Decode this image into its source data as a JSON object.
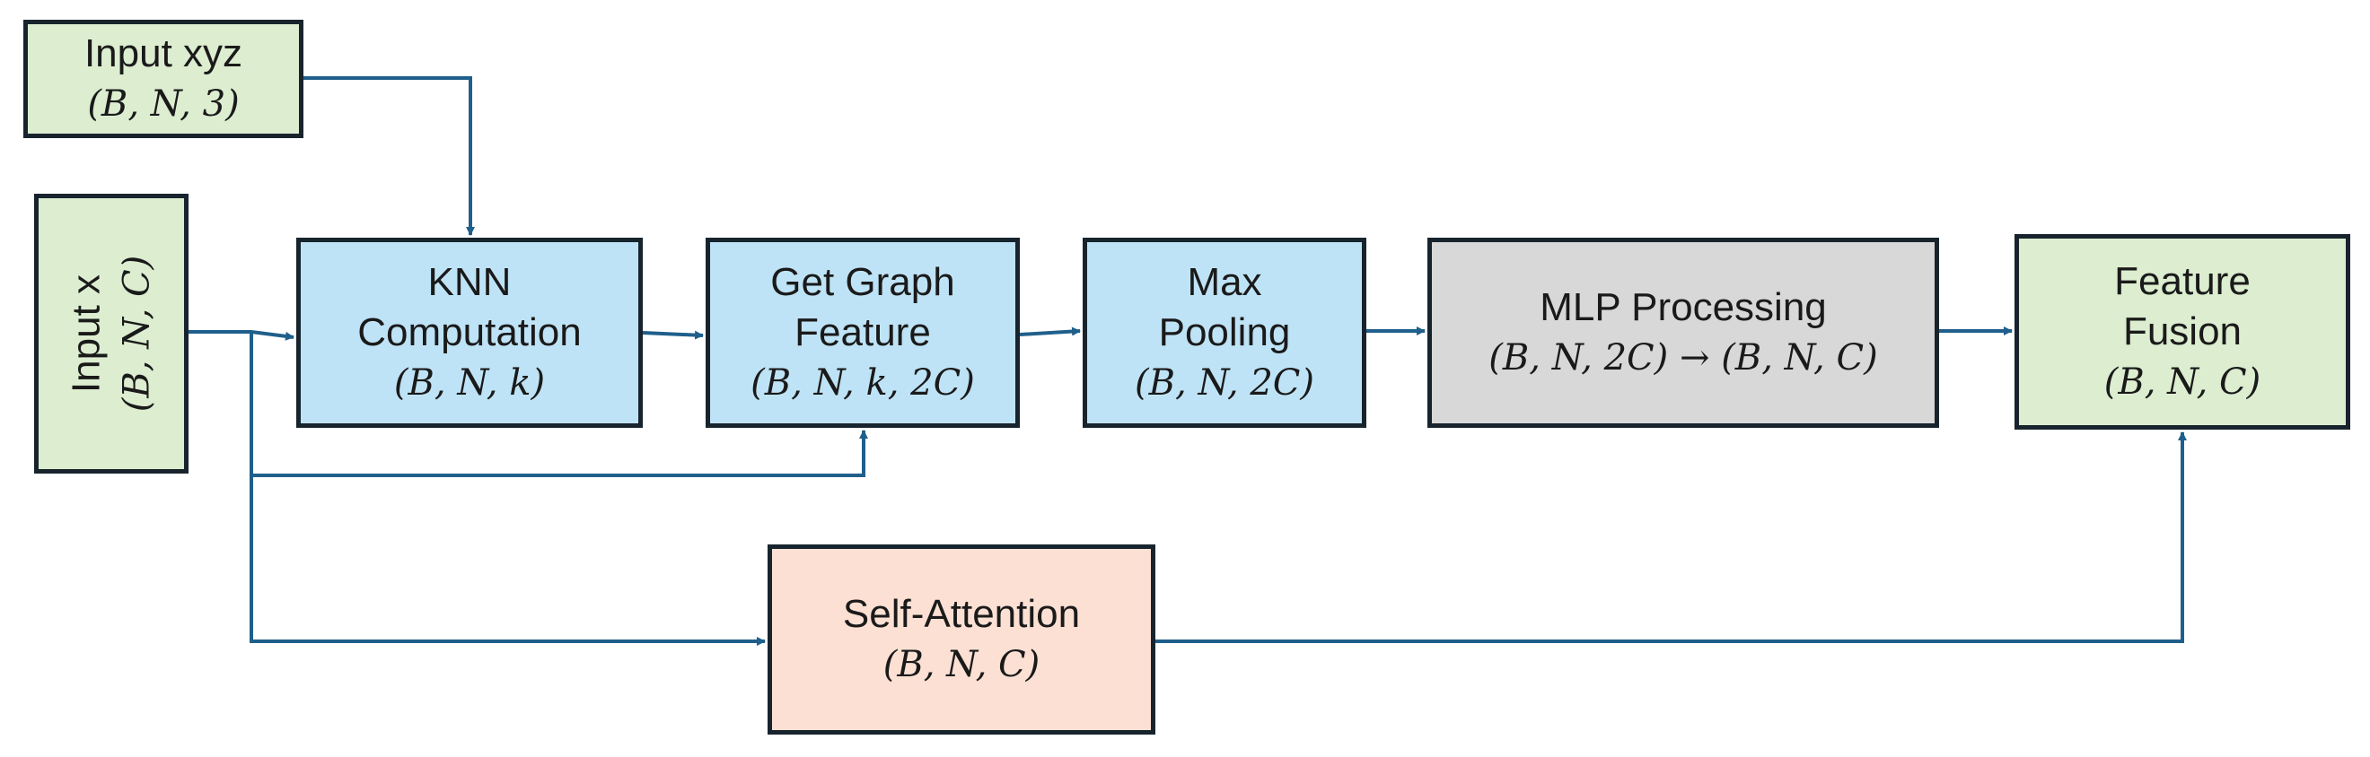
{
  "colors": {
    "edge": "#1f5f8b",
    "border": "#17242d",
    "input_fill": "#dcedd0",
    "compute_fill": "#bfe3f6",
    "mlp_fill": "#d8d8d8",
    "attention_fill": "#fbe0d3"
  },
  "nodes": {
    "input_xyz": {
      "label": "Input xyz",
      "shape": "(B, N, 3)"
    },
    "input_x": {
      "label": "Input x",
      "shape": "(B, N, C)"
    },
    "knn": {
      "label": "KNN\nComputation",
      "shape": "(B, N, k)"
    },
    "get_graph_feature": {
      "label": "Get Graph\nFeature",
      "shape": "(B, N, k, 2C)"
    },
    "max_pooling": {
      "label": "Max\nPooling",
      "shape": "(B, N, 2C)"
    },
    "mlp": {
      "label": "MLP Processing",
      "shape": "(B, N, 2C) → (B, N, C)"
    },
    "feature_fusion": {
      "label": "Feature\nFusion",
      "shape": "(B, N, C)"
    },
    "self_attention": {
      "label": "Self-Attention",
      "shape": "(B, N, C)"
    }
  },
  "edges": [
    {
      "from": "input_xyz",
      "to": "knn"
    },
    {
      "from": "input_x",
      "to": "knn"
    },
    {
      "from": "input_x",
      "to": "get_graph_feature"
    },
    {
      "from": "input_x",
      "to": "self_attention"
    },
    {
      "from": "knn",
      "to": "get_graph_feature"
    },
    {
      "from": "get_graph_feature",
      "to": "max_pooling"
    },
    {
      "from": "max_pooling",
      "to": "mlp"
    },
    {
      "from": "mlp",
      "to": "feature_fusion"
    },
    {
      "from": "self_attention",
      "to": "feature_fusion"
    }
  ]
}
